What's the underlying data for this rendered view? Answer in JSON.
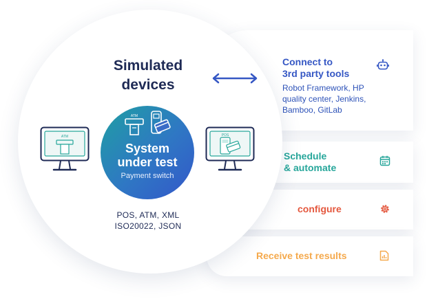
{
  "colors": {
    "navy": "#1e2a55",
    "blue": "#3557c4",
    "teal": "#26a69a",
    "red": "#e4573d",
    "orange": "#f5a94c",
    "gradient_start": "#1f9fa3",
    "gradient_end": "#3357c9"
  },
  "hub": {
    "title_line1": "Simulated",
    "title_line2": "devices",
    "sut_line1": "System",
    "sut_line2": "under test",
    "sut_sub": "Payment switch",
    "atm_label": "ATM",
    "protocols_line1": "POS, ATM, XML",
    "protocols_line2": "ISO20022, JSON"
  },
  "devices": {
    "left_monitor_label": "ATM",
    "right_monitor_label": "POS"
  },
  "cards": {
    "connect": {
      "title_line1": "Connect to",
      "title_line2": "3rd party tools",
      "body_line1": "Robot Framework, HP",
      "body_line2": "quality center, Jenkins,",
      "body_line3": "Bamboo, GitLab",
      "icon": "robot-icon"
    },
    "schedule": {
      "title_line1": "Schedule",
      "title_line2": "& automate",
      "icon": "calendar-icon"
    },
    "configure": {
      "title": "configure",
      "icon": "gear-icon"
    },
    "results": {
      "title": "Receive test results",
      "icon": "report-icon"
    }
  }
}
